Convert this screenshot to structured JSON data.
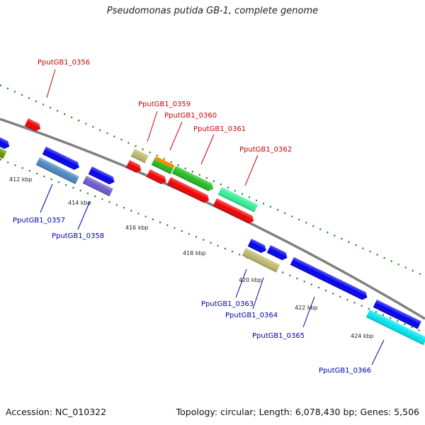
{
  "header": {
    "title": "Pseudomonas putida GB-1, complete genome"
  },
  "footer": {
    "accession": "Accession: NC_010322",
    "summary": "Topology: circular; Length: 6,078,430 bp; Genes: 5,506"
  },
  "colors": {
    "backbone": "#808080",
    "dots": "#1a7a1a",
    "label_top": "#cc0000",
    "label_bottom": "#0000aa"
  },
  "ticks": [
    {
      "label": "412 kbp"
    },
    {
      "label": "414 kbp"
    },
    {
      "label": "416 kbp"
    },
    {
      "label": "418 kbp"
    },
    {
      "label": "420 kbp"
    },
    {
      "label": "422 kbp"
    },
    {
      "label": "424 kbp"
    }
  ],
  "gene_labels_top": [
    {
      "name": "PputGB1_0356"
    },
    {
      "name": "PputGB1_0359"
    },
    {
      "name": "PputGB1_0360"
    },
    {
      "name": "PputGB1_0361"
    },
    {
      "name": "PputGB1_0362"
    }
  ],
  "gene_labels_bottom": [
    {
      "name": "PputGB1_0357"
    },
    {
      "name": "PputGB1_0358"
    },
    {
      "name": "PputGB1_0363"
    },
    {
      "name": "PputGB1_0364"
    },
    {
      "name": "PputGB1_0365"
    },
    {
      "name": "PputGB1_0366"
    }
  ]
}
